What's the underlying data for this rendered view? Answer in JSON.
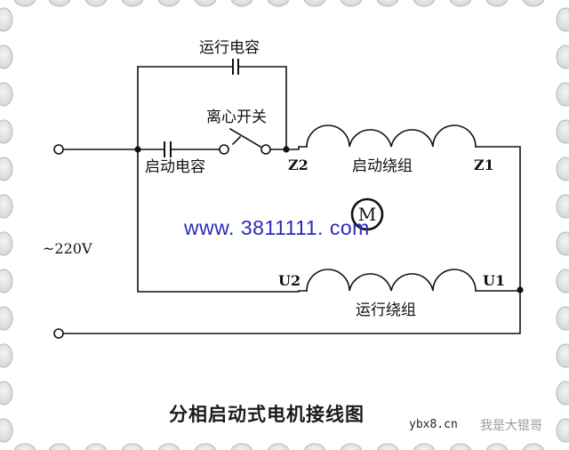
{
  "diagram": {
    "title": "分相启动式电机接线图",
    "supply_label": "~220V",
    "components": {
      "run_capacitor": "运行电容",
      "start_capacitor": "启动电容",
      "centrifugal_switch": "离心开关",
      "start_winding": "启动绕组",
      "run_winding": "运行绕组",
      "motor": "M"
    },
    "terminals": {
      "z1": "Z1",
      "z2": "Z2",
      "u1": "U1",
      "u2": "U2"
    },
    "watermark": "www. 3811111. com",
    "credit": {
      "site": "ybx8.cn",
      "author": "我是大锟哥"
    },
    "colors": {
      "line": "#111111",
      "watermark": "#2a2ab8",
      "frame_scallop": "#e6e6e6",
      "frame_scallop_edge": "#b8b8b8"
    }
  }
}
